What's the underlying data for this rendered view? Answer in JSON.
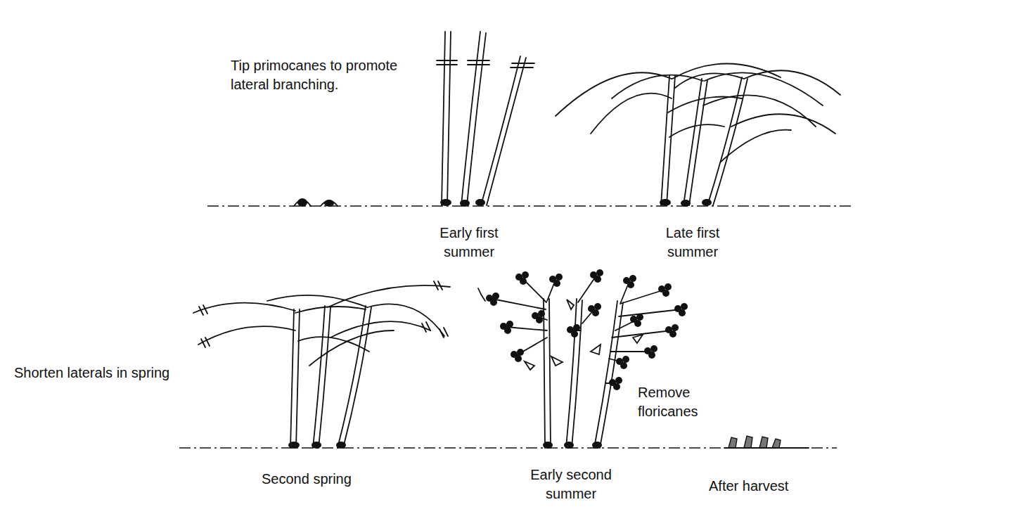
{
  "diagram": {
    "labels": [
      "Tip primocanes to promote lateral branching.",
      "Early first summer",
      "Late first summer",
      "Shorten laterals in spring",
      "Remove floricanes",
      "Second spring",
      "Early second summer",
      "After harvest"
    ]
  }
}
